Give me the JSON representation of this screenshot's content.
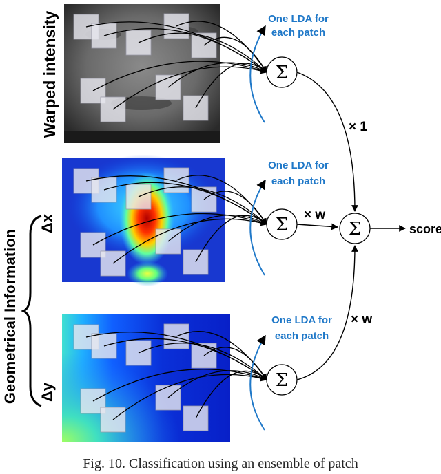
{
  "rows": [
    {
      "label": "Warped intensity",
      "lda_line1": "One LDA for",
      "lda_line2": "each patch",
      "weight": "× 1"
    },
    {
      "label": "Δx",
      "lda_line1": "One LDA for",
      "lda_line2": "each patch",
      "weight": "× w"
    },
    {
      "label": "Δy",
      "lda_line1": "One LDA for",
      "lda_line2": "each patch",
      "weight": "× w"
    }
  ],
  "group_label": "Geometrical Information",
  "sum_symbol": "Σ",
  "output_label": "score",
  "caption": "Fig. 10. Classification using an ensemble of patch",
  "colors": {
    "lda_text": "#1f78c8",
    "lda_arc": "#1f78c8",
    "patch_fill": "#e6e6ee",
    "arrow": "#000000"
  }
}
